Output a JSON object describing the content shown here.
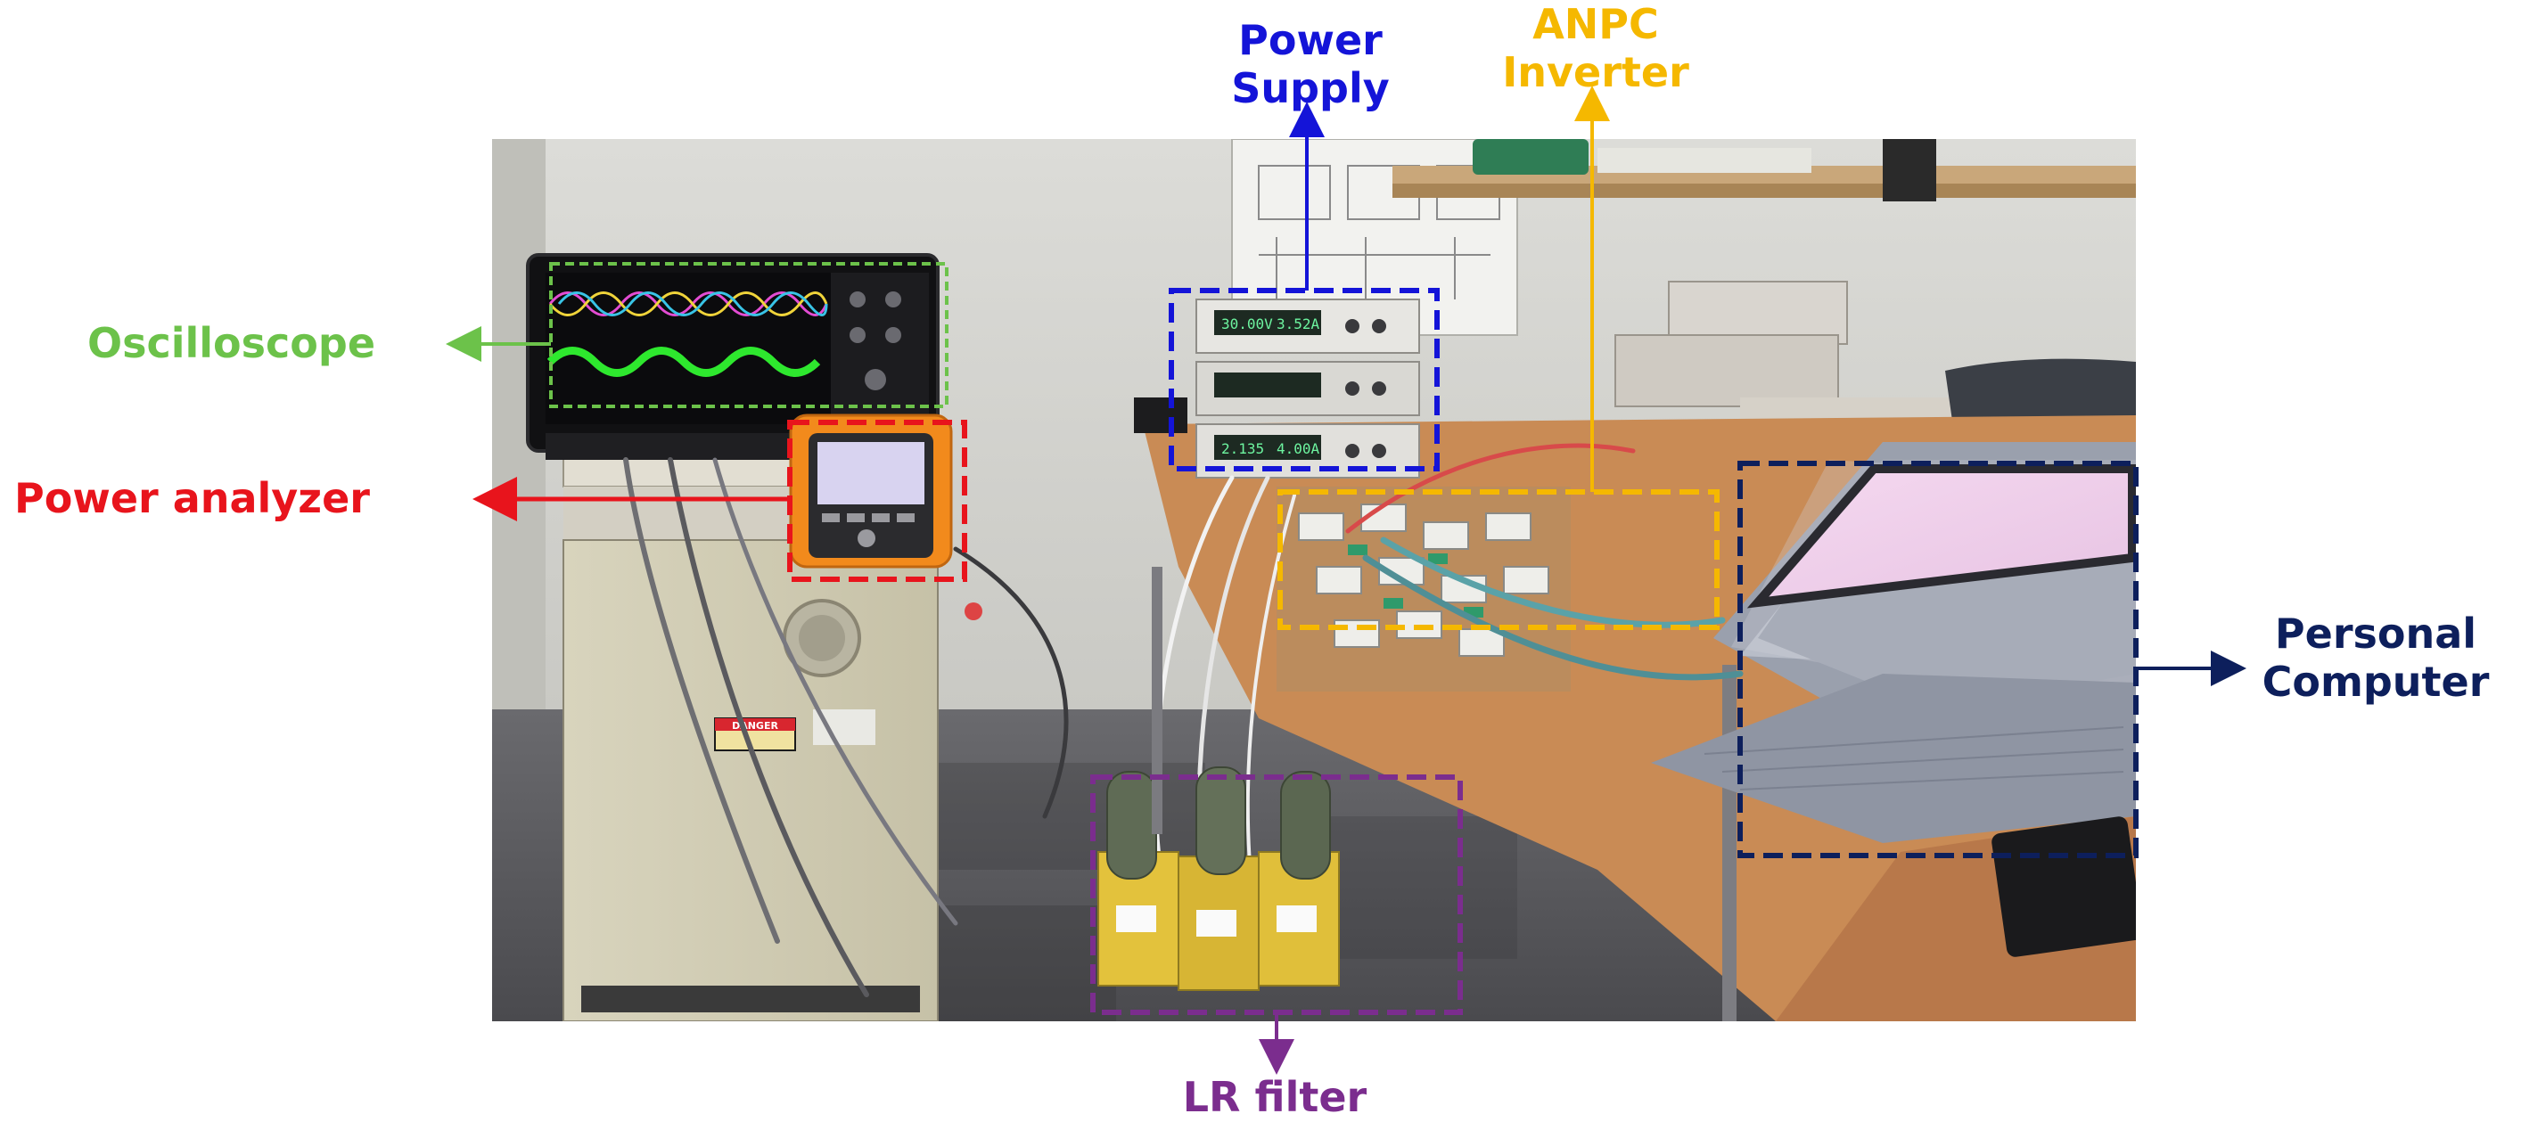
{
  "figure": {
    "labels": {
      "power_supply_line1": "Power",
      "power_supply_line2": "Supply",
      "anpc_line1": "ANPC",
      "anpc_line2": "Inverter",
      "oscilloscope": "Oscilloscope",
      "power_analyzer": "Power analyzer",
      "pc_line1": "Personal",
      "pc_line2": "Computer",
      "lr_filter": "LR filter"
    },
    "device_screen_text": {
      "supply_readout_1": "30.00V",
      "supply_readout_2": "3.52A",
      "supply_readout_3": "2.135",
      "supply_readout_4": "4.00A",
      "danger_sign": "DANGER"
    },
    "colors": {
      "oscilloscope": "#6cc24a",
      "power_analyzer": "#e8141c",
      "power_supply": "#1414d8",
      "anpc_inverter": "#f5b800",
      "personal_computer": "#0d1f5c",
      "lr_filter": "#7b2d8e"
    }
  }
}
